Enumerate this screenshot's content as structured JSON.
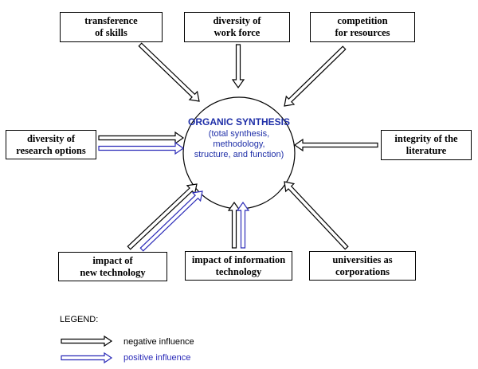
{
  "colors": {
    "negative": "#000000",
    "positive": "#2a2ab8",
    "center_text": "#1f2fa8"
  },
  "center": {
    "title": "ORGANIC SYNTHESIS",
    "lines": [
      "(total synthesis,",
      "methodology,",
      "structure, and function)"
    ]
  },
  "factors": {
    "transference": {
      "lines": [
        "transference",
        "of skills"
      ],
      "influence": [
        "negative"
      ]
    },
    "diversity_work": {
      "lines": [
        "diversity of",
        "work force"
      ],
      "influence": [
        "negative"
      ]
    },
    "competition": {
      "lines": [
        "competition",
        "for resources"
      ],
      "influence": [
        "negative"
      ]
    },
    "diversity_research": {
      "lines": [
        "diversity of",
        "research options"
      ],
      "influence": [
        "negative",
        "positive"
      ]
    },
    "integrity": {
      "lines": [
        "integrity of the",
        "literature"
      ],
      "influence": [
        "negative"
      ]
    },
    "impact_new_tech": {
      "lines": [
        "impact of",
        "new technology"
      ],
      "influence": [
        "negative",
        "positive"
      ]
    },
    "impact_info_tech": {
      "lines": [
        "impact of information",
        "technology"
      ],
      "influence": [
        "negative",
        "positive"
      ]
    },
    "universities": {
      "lines": [
        "universities as",
        "corporations"
      ],
      "influence": [
        "negative"
      ]
    }
  },
  "legend": {
    "title": "LEGEND:",
    "negative_label": "negative influence",
    "positive_label": "positive influence"
  }
}
